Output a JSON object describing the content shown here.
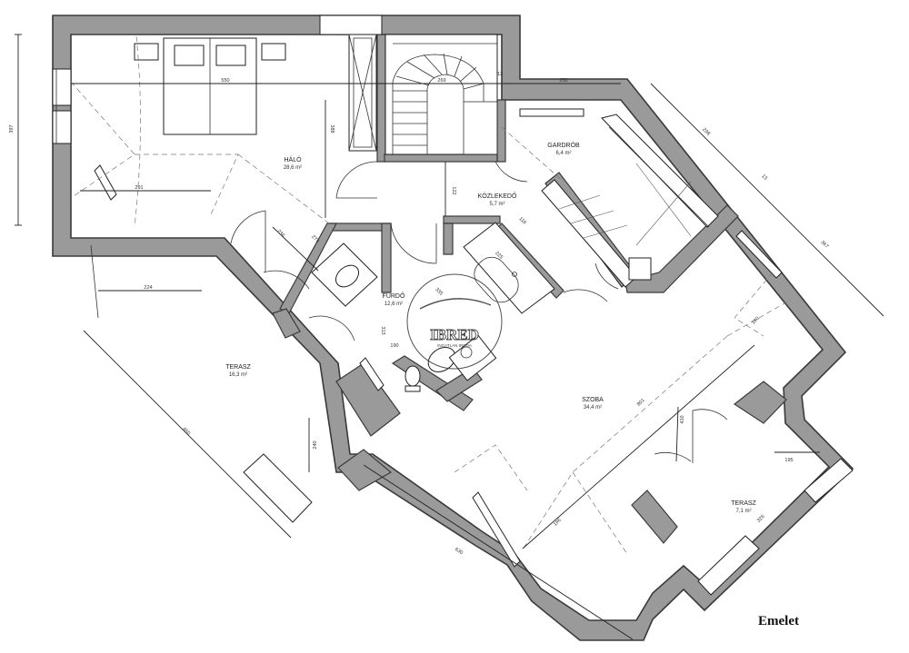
{
  "floor_label": "Emelet",
  "watermark": {
    "brand": "IBRED",
    "tagline": "INGATLAN IRODA"
  },
  "rooms": [
    {
      "key": "halo",
      "name": "HÁLÓ",
      "area": "28,6 m²"
    },
    {
      "key": "gardrob",
      "name": "GARDRÓB",
      "area": "6,4 m²"
    },
    {
      "key": "kozlekedo",
      "name": "KÖZLEKEDŐ",
      "area": "5,7 m²"
    },
    {
      "key": "furdo",
      "name": "FÜRDŐ",
      "area": "12,6 m²"
    },
    {
      "key": "terasz1",
      "name": "TERASZ",
      "area": "16,3 m²"
    },
    {
      "key": "szoba",
      "name": "SZOBA",
      "area": "34,4 m²"
    },
    {
      "key": "terasz2",
      "name": "TERASZ",
      "area": "7,1 m²"
    }
  ],
  "dimensions": [
    "550",
    "388",
    "269",
    "13",
    "250",
    "291",
    "122",
    "397",
    "298",
    "13",
    "367",
    "224",
    "236",
    "273",
    "116",
    "313",
    "225",
    "335",
    "190",
    "801",
    "410",
    "196",
    "326",
    "650",
    "240",
    "630",
    "195",
    "190"
  ]
}
